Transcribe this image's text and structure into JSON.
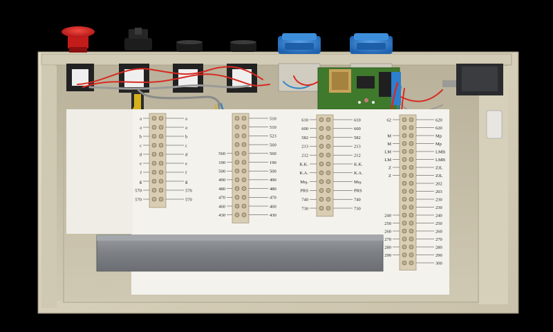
{
  "colors": {
    "background": "#000000",
    "cabinet": "#d8d1bc",
    "cabinet_dark": "#a9a18b",
    "panel": "#f4f2ec",
    "terminal": "#d9cdb3",
    "duct": "#7d8186",
    "socket_blue": "#2f7fd1",
    "button_red": "#d62020",
    "pcb_green": "#3f7a2c",
    "wire_red": "#d82a22",
    "wire_blue": "#2d83c9",
    "wire_grey": "#8a8a88",
    "wire_yellow": "#d6b21a"
  },
  "top_controls": [
    {
      "kind": "mushroom-button",
      "color": "#d62020"
    },
    {
      "kind": "selector-knob",
      "color": "#1b1b1b"
    },
    {
      "kind": "indicator-lamp",
      "color": "#1b1b1b"
    },
    {
      "kind": "indicator-lamp",
      "color": "#1b1b1b"
    },
    {
      "kind": "power-socket",
      "color": "#2f7fd1"
    },
    {
      "kind": "power-socket",
      "color": "#2f7fd1"
    }
  ],
  "terminal_blocks": [
    {
      "id": "block-1",
      "left_labels": [
        "a",
        "a",
        "b",
        "c",
        "d",
        "e",
        "f",
        "g",
        "570",
        "570"
      ],
      "right_labels": [
        "a",
        "a",
        "b",
        "c",
        "d",
        "e",
        "f",
        "g",
        "570",
        "570"
      ]
    },
    {
      "id": "block-2",
      "left_labels": [
        "",
        "",
        "",
        "",
        "560",
        "190",
        "500",
        "490",
        "480",
        "470",
        "460",
        "430"
      ],
      "right_labels": [
        "510",
        "510",
        "523",
        "560",
        "560",
        "190",
        "500",
        "490",
        "480",
        "470",
        "460",
        "430"
      ]
    },
    {
      "id": "block-3",
      "left_labels": [
        "610",
        "600",
        "582",
        "213",
        "212",
        "K.K.",
        "K.A.",
        "Mış.",
        "PRS",
        "740",
        "730"
      ],
      "right_labels": [
        "610",
        "600",
        "582",
        "213",
        "212",
        "K.K.",
        "K.A.",
        "Mış.",
        "PRS",
        "740",
        "730"
      ]
    },
    {
      "id": "block-4",
      "left_labels": [
        "62",
        "",
        "M",
        "M",
        "LM",
        "LM",
        "Z",
        "Z",
        "",
        "",
        "",
        "",
        "240",
        "250",
        "260",
        "270",
        "280",
        "290"
      ],
      "right_labels": [
        "620",
        "620",
        "Mp",
        "Mp",
        "LMB",
        "LMB",
        "ZJL",
        "ZJL",
        "202",
        "203",
        "230",
        "230",
        "240",
        "250",
        "260",
        "270",
        "280",
        "290",
        "300"
      ]
    }
  ]
}
